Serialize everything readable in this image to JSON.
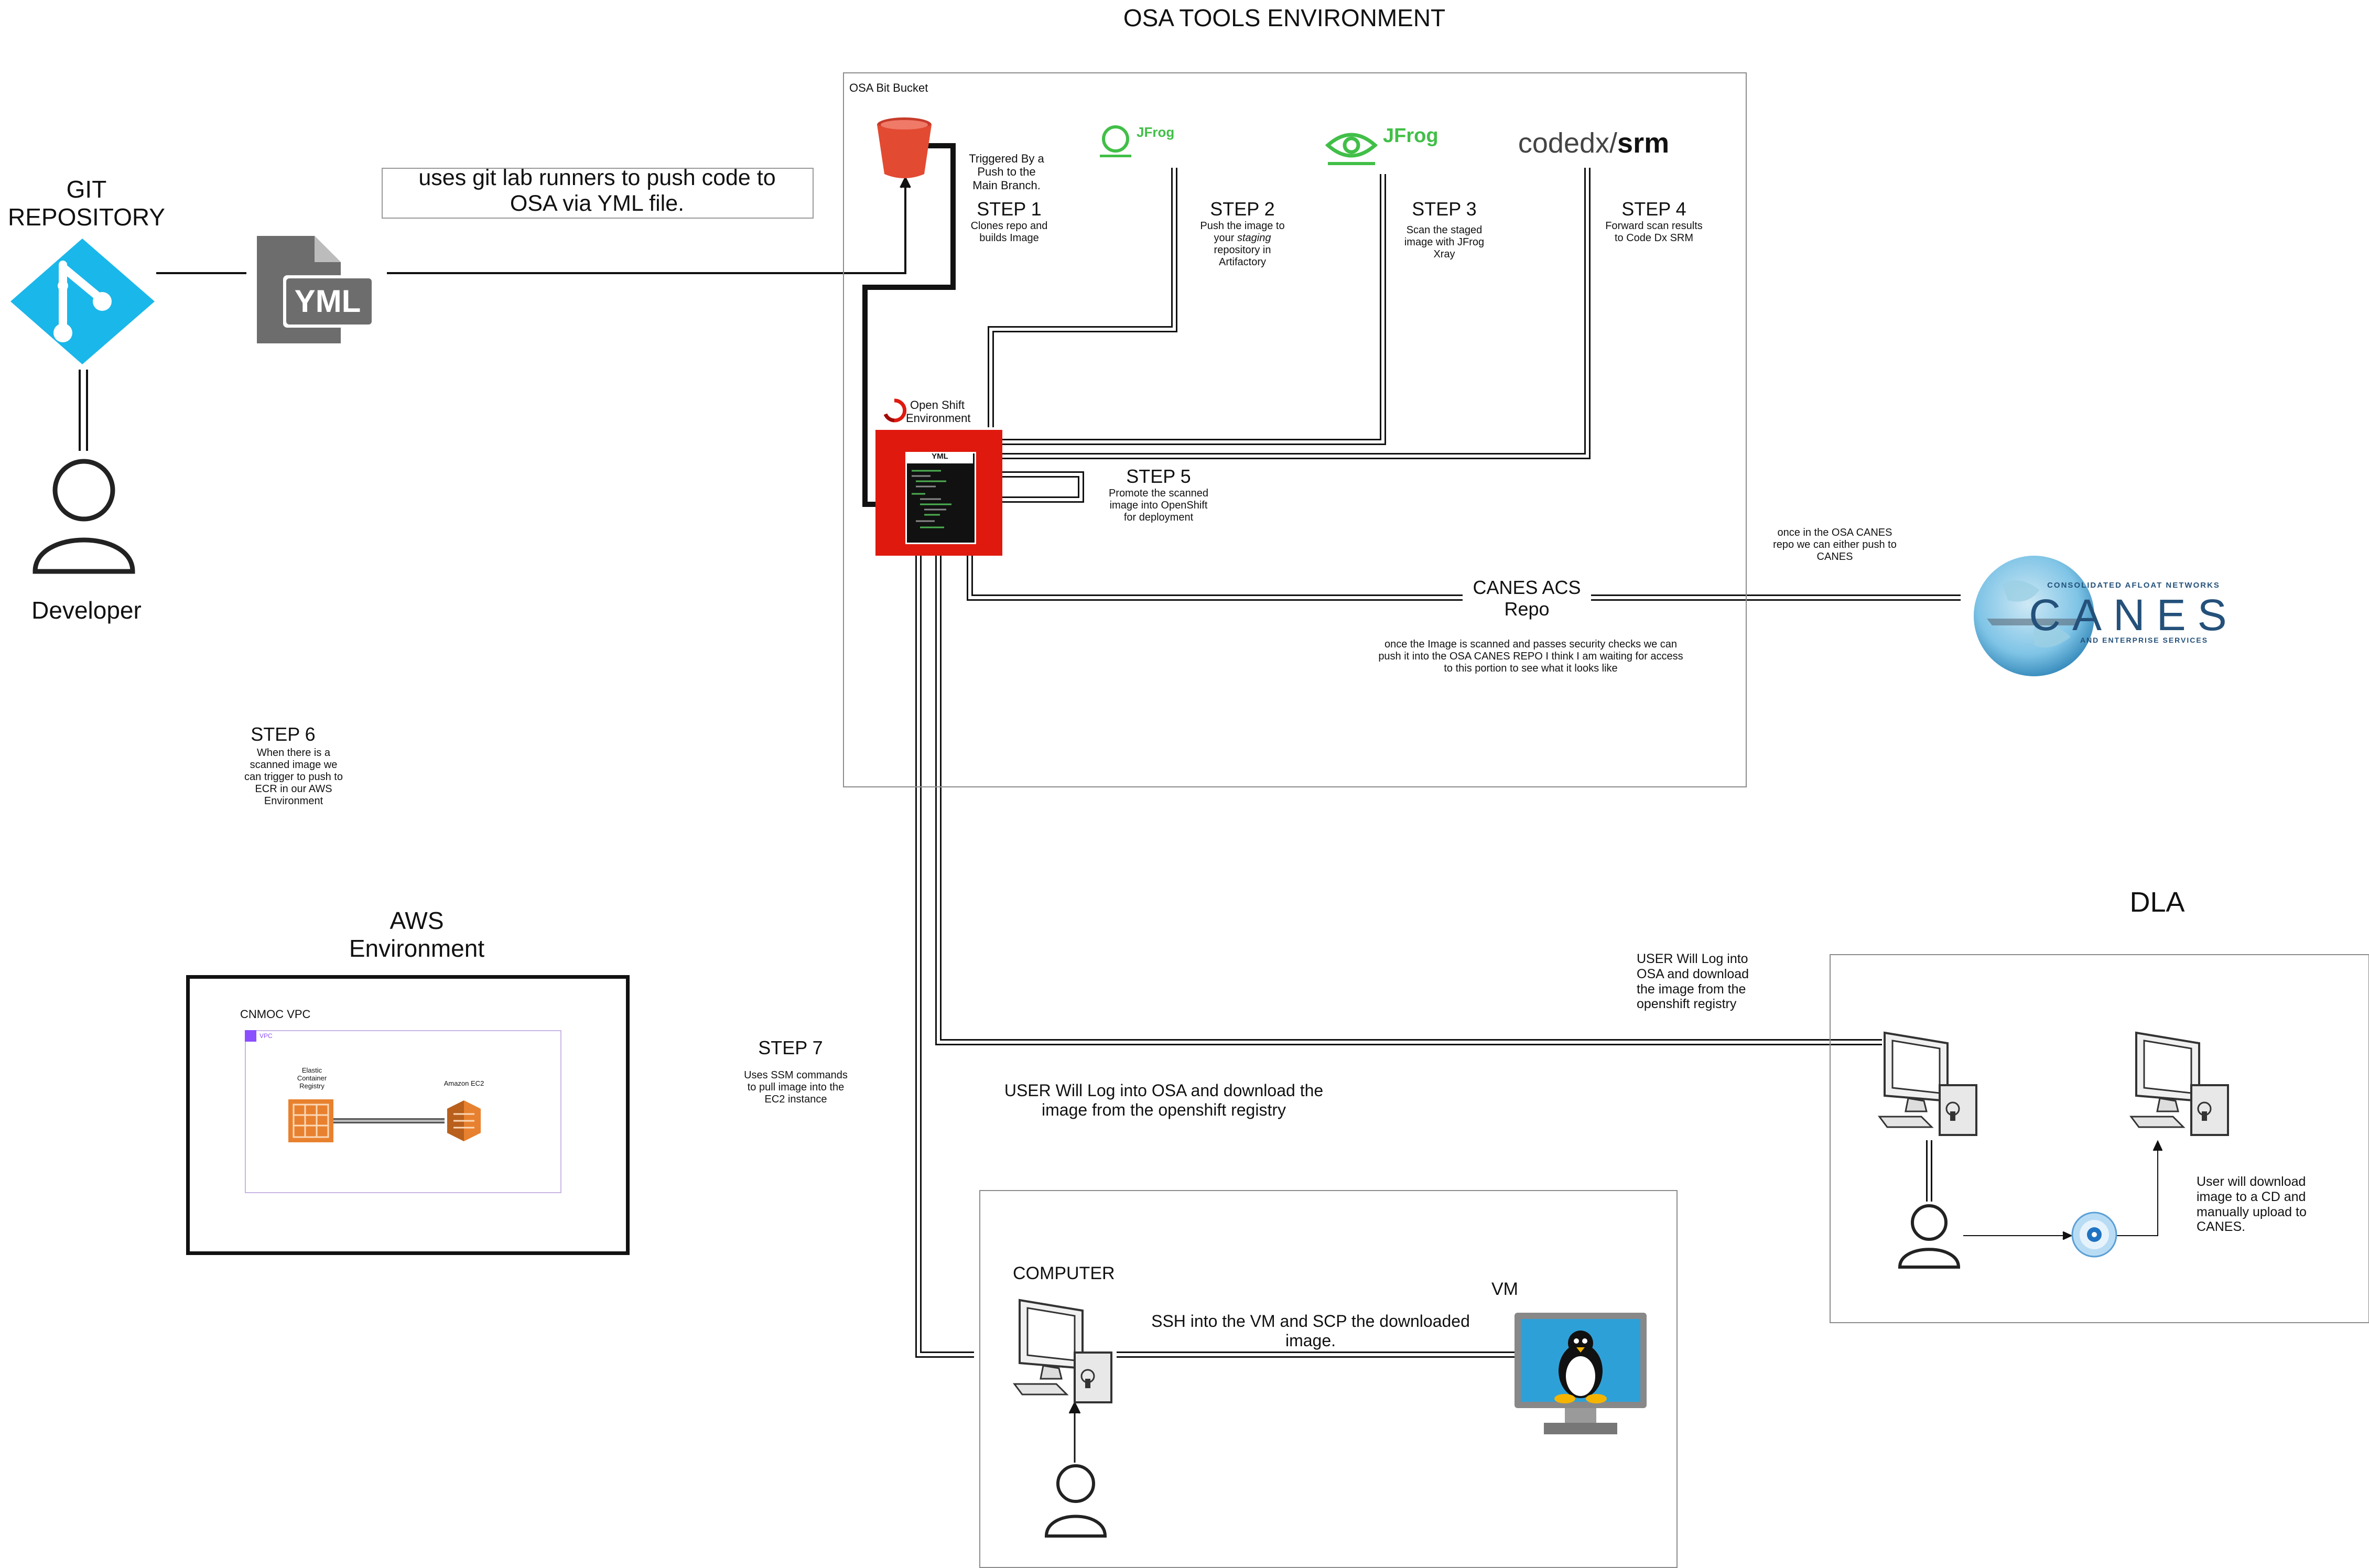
{
  "title": "OSA TOOLS ENVIRONMENT",
  "git": {
    "label": "GIT\nREPOSITORY",
    "developer": "Developer",
    "yml": "YML"
  },
  "runner_note": "uses git lab runners to push code to\nOSA via YML file.",
  "osa": {
    "bucket_label": "OSA Bit Bucket",
    "trigger_note": "Triggered By a\nPush to the\nMain Branch.",
    "openshift_label": "Open Shift\nEnvironment",
    "card_label": "YML",
    "jfrog1": "JFrog",
    "jfrog2": "JFrog",
    "codedx_a": "codedx/",
    "codedx_b": "srm",
    "step1": {
      "h": "STEP 1",
      "b": "Clones repo and\nbuilds Image"
    },
    "step2": {
      "h": "STEP 2",
      "b1": "Push the image to\nyour ",
      "b_em": "staging",
      "b2": "\nrepository in\nArtifactory"
    },
    "step3": {
      "h": "STEP 3",
      "b": "Scan the staged\nimage with JFrog\nXray"
    },
    "step4": {
      "h": "STEP 4",
      "b": "Forward scan results\nto Code Dx SRM"
    },
    "step5": {
      "h": "STEP 5",
      "b": "Promote the scanned\nimage into OpenShift\nfor deployment"
    },
    "canes_acs": "CANES ACS\nRepo",
    "canes_note": "once the Image is scanned and passes security checks we can\npush it into the OSA CANES REPO I think I am waiting for access\nto this portion to see what it looks like"
  },
  "canes": {
    "note": "once in the OSA CANES\nrepo we can either push to\nCANES",
    "top": "CONSOLIDATED AFLOAT NETWORKS",
    "word": "CANES",
    "bottom": "AND ENTERPRISE SERVICES"
  },
  "step6": {
    "h": "STEP 6",
    "b": "When there is a\nscanned image we\ncan trigger to push to\nECR in our AWS\nEnvironment"
  },
  "aws": {
    "title": "AWS\nEnvironment",
    "vpc_label": "CNMOC VPC",
    "vpc_tag": "VPC",
    "ecr": "Elastic\nContainer\nRegistry",
    "ec2": "Amazon EC2"
  },
  "step7": {
    "h": "STEP 7",
    "b": "Uses SSM commands\nto pull image into the\nEC2 instance"
  },
  "user_note": "USER Will Log into OSA and download the\nimage from the openshift registry",
  "local": {
    "computer": "COMPUTER",
    "vm": "VM",
    "ssh": "SSH into the VM and SCP the downloaded\nimage."
  },
  "dla": {
    "title": "DLA",
    "user_note": "USER Will Log into\nOSA and download\nthe image from the\nopenshift registry",
    "cd_note": "User will download\nimage to a CD and\nmanually upload to\nCANES."
  },
  "colors": {
    "openshift_red": "#e0190e",
    "bucket_red": "#e34a32",
    "jfrog_green": "#41bf47",
    "git_blue": "#1ab7ea",
    "aws_orange": "#e8812f"
  }
}
